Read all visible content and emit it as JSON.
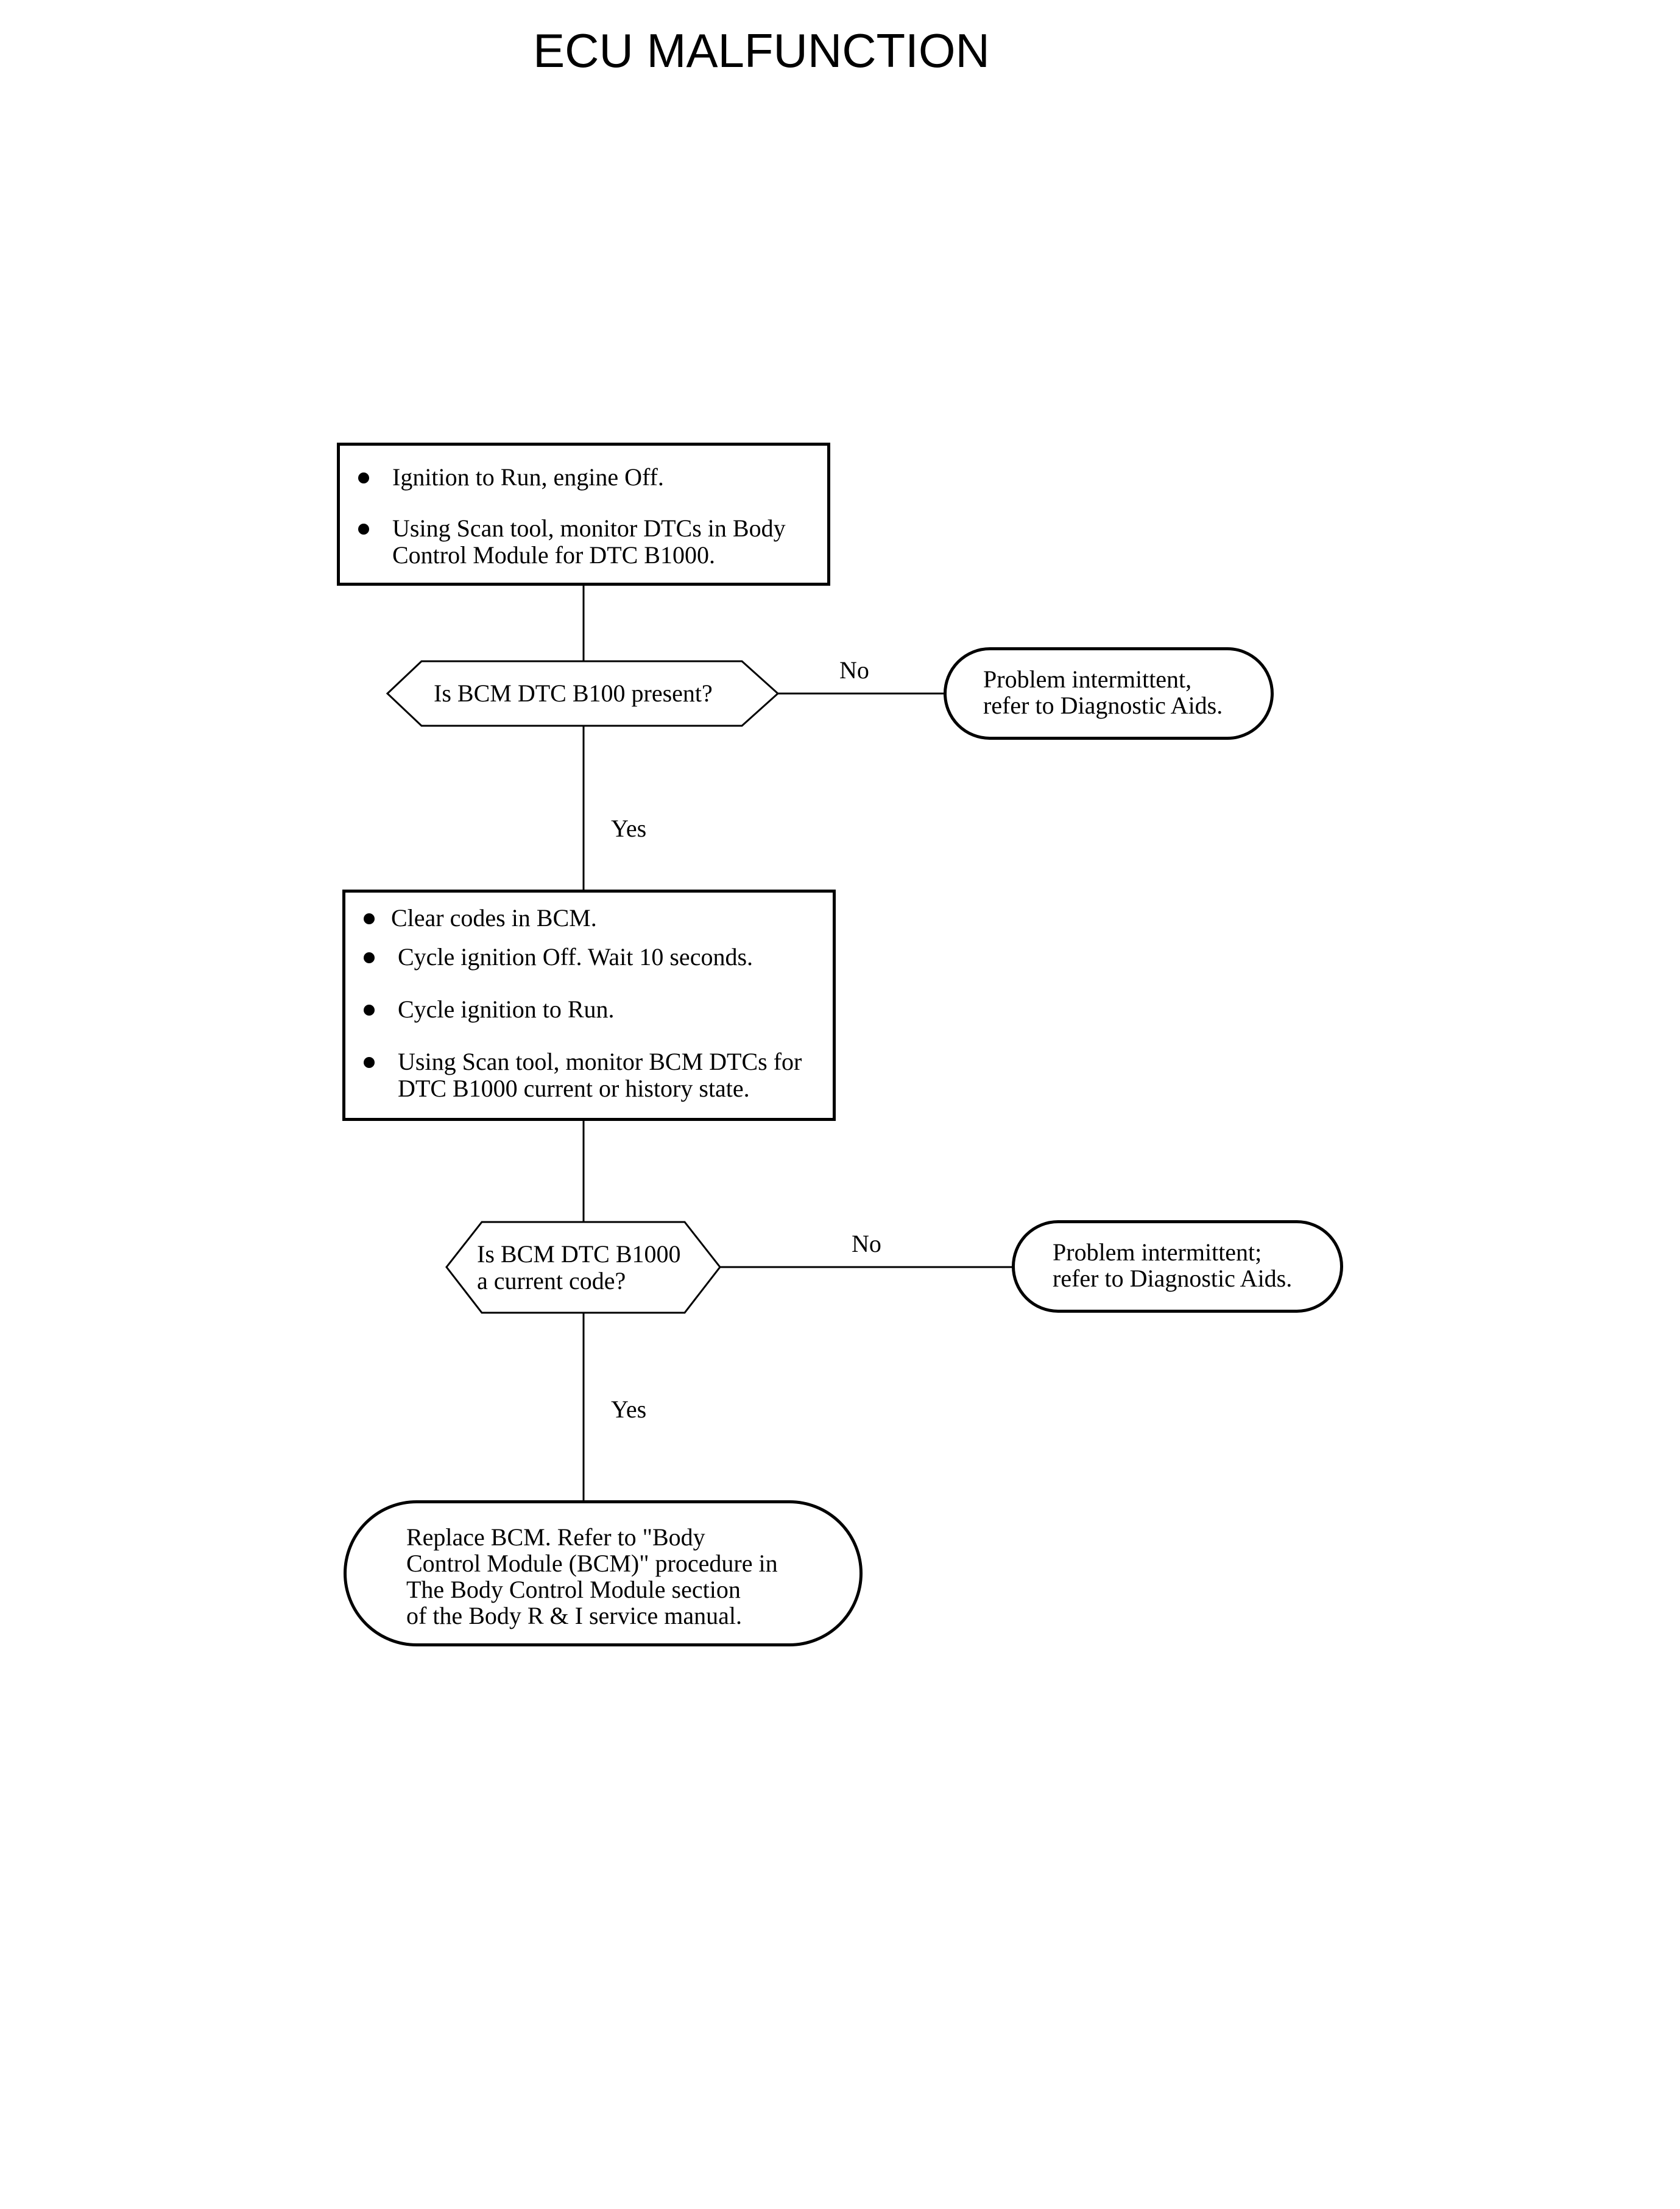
{
  "title": "ECU MALFUNCTION",
  "step1": {
    "bullets": [
      "Ignition to Run, engine Off.",
      "Using Scan tool, monitor DTCs in Body Control Module for DTC B1000."
    ]
  },
  "decision1": {
    "question": "Is BCM DTC B100 present?",
    "no_label": "No",
    "yes_label": "Yes",
    "no_result": "Problem intermittent,\nrefer to Diagnostic Aids."
  },
  "step2": {
    "bullets": [
      "Clear codes in BCM.",
      "Cycle ignition Off.  Wait 10 seconds.",
      "Cycle ignition to Run.",
      "Using Scan tool, monitor BCM DTCs for DTC B1000 current or history state."
    ]
  },
  "decision2": {
    "question": "Is BCM DTC B1000\na current code?",
    "no_label": "No",
    "yes_label": "Yes",
    "no_result": "Problem intermittent;\nrefer to Diagnostic Aids."
  },
  "final": {
    "text": "Replace BCM.  Refer to \"Body\nControl Module (BCM)\" procedure in\nThe Body Control Module section\nof the Body R & I service manual."
  }
}
